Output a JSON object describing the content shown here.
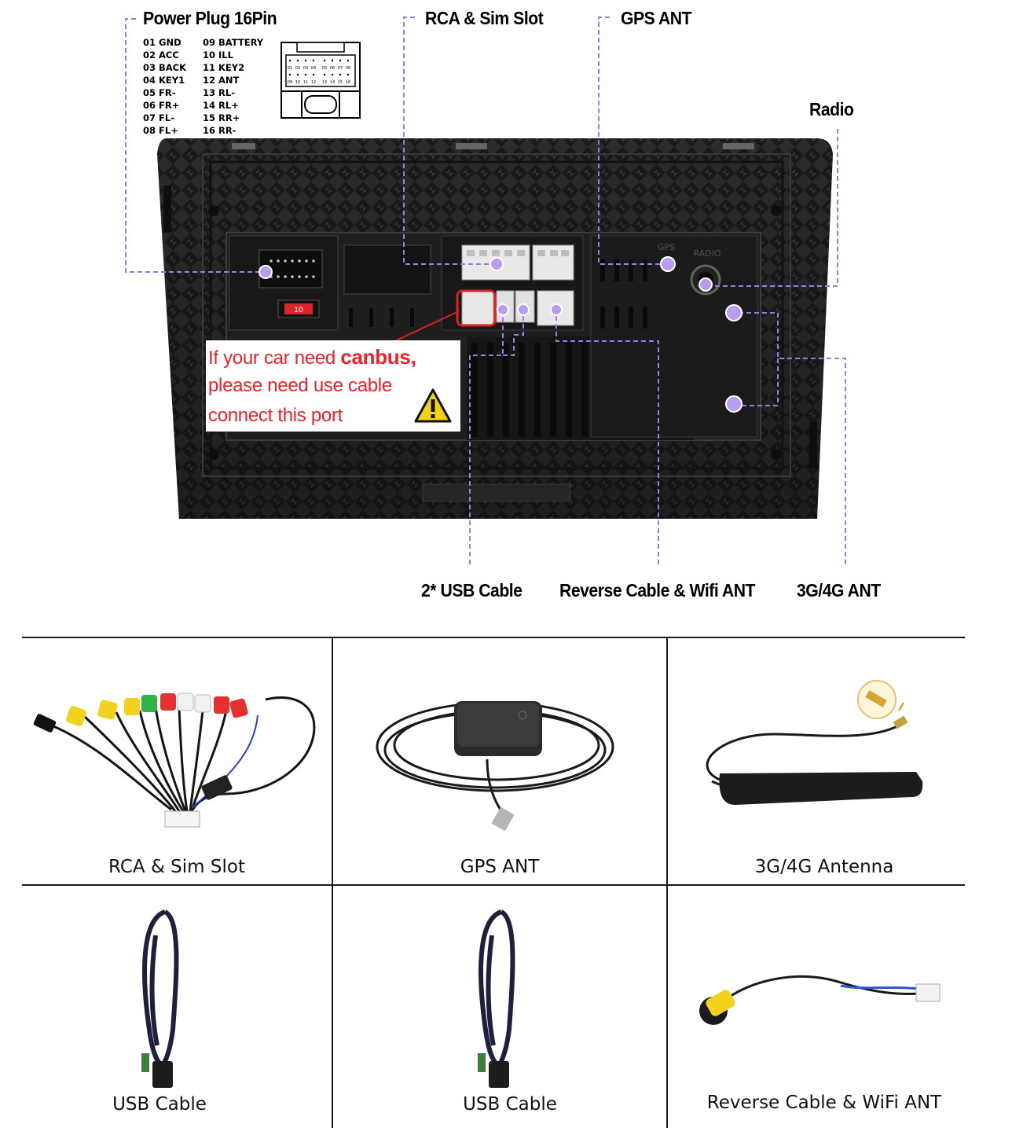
{
  "labels": {
    "power_plug": "Power Plug 16Pin",
    "rca_sim": "RCA & Sim Slot",
    "gps_ant": "GPS ANT",
    "radio": "Radio",
    "usb_cable": "2* USB Cable",
    "reverse_wifi": "Reverse Cable & Wifi ANT",
    "ant_3g4g": "3G/4G ANT"
  },
  "pins_left": [
    "01  GND",
    "02  ACC",
    "03  BACK",
    "04  KEY1",
    "05  FR-",
    "06  FR+",
    "07  FL-",
    "08  FL+"
  ],
  "pins_right": [
    "09  BATTERY",
    "10  ILL",
    "11  KEY2",
    "12  ANT",
    "13  RL-",
    "14  RL+",
    "15  RR+",
    "16  RR-"
  ],
  "connector_numbers_top": [
    "01",
    "02",
    "03",
    "04",
    "05",
    "06",
    "07",
    "08"
  ],
  "connector_numbers_bottom": [
    "09",
    "10",
    "11",
    "12",
    "13",
    "14",
    "15",
    "16"
  ],
  "port_markings": {
    "gps": "GPS",
    "radio": "RADIO",
    "fuse": "10"
  },
  "warning": {
    "line1_prefix": "If your car need ",
    "line1_bold": "canbus",
    "line1_suffix": ",",
    "line2": "please need use cable",
    "line3": "connect this port"
  },
  "accessories": [
    {
      "caption": "RCA & Sim Slot",
      "icon": "rca-cable-icon"
    },
    {
      "caption": "GPS ANT",
      "icon": "gps-antenna-icon"
    },
    {
      "caption": "3G/4G Antenna",
      "icon": "4g-antenna-icon"
    },
    {
      "caption": "USB Cable",
      "icon": "usb-cable-icon"
    },
    {
      "caption": "USB Cable",
      "icon": "usb-cable-icon"
    },
    {
      "caption": "Reverse Cable & WiFi ANT",
      "icon": "reverse-cable-icon"
    }
  ],
  "colors": {
    "callout_dashes": "#9a7de0",
    "callout_dots": "#a98ae6",
    "warning_text": "#e8212a",
    "highlight_border": "#e02020",
    "panel_dark": "#2a2a2a"
  }
}
